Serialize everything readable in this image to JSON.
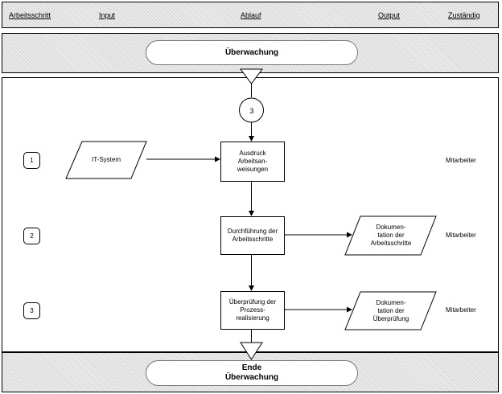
{
  "header": {
    "columns": [
      "Arbeitsschritt",
      "Input",
      "Ablauf",
      "Output",
      "Zuständig"
    ]
  },
  "phase_start": {
    "title": "Überwachung"
  },
  "connector": {
    "label": "3"
  },
  "rows": [
    {
      "number": "1",
      "input": "IT-System",
      "process": "Ausdruck\nArbeitsan-\nweisungen",
      "output": "",
      "responsible": "Mitarbeiter"
    },
    {
      "number": "2",
      "input": "",
      "process": "Durchführung der\nArbeitsschritte",
      "output": "Dokumen-\ntation der\nArbeitsschritte",
      "responsible": "Mitarbeiter"
    },
    {
      "number": "3",
      "input": "",
      "process": "Überprüfung der\nProzess-\nrealisierung",
      "output": "Dokumen-\ntation der\nÜberprüfung",
      "responsible": "Mitarbeiter"
    }
  ],
  "phase_end": {
    "title_line1": "Ende",
    "title_line2": "Überwachung"
  }
}
